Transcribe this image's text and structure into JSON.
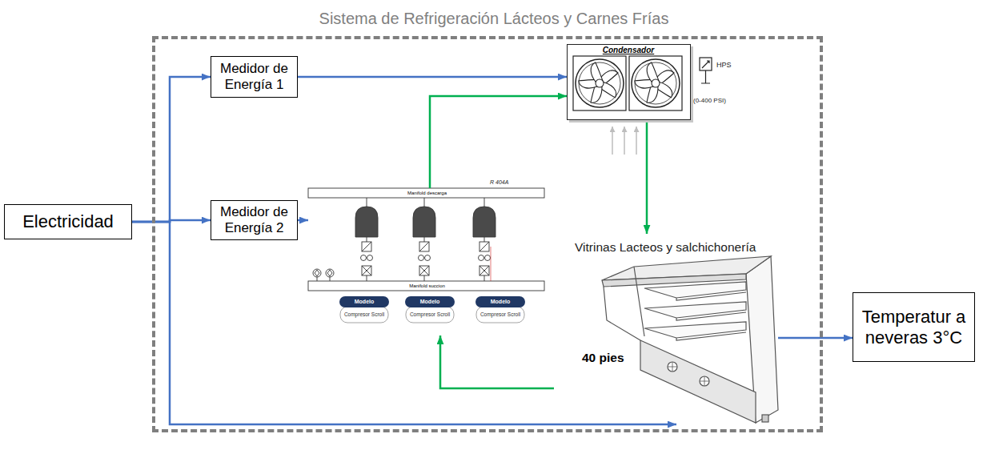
{
  "diagram": {
    "nodes": [
      {
        "text": [
          "Sistema de Refrigeración Lácteos y Carnes Frías"
        ]
      },
      {
        "text": [
          "Medidor de Energía 1"
        ],
        "in": 0
      },
      {
        "text": [
          "Condensador"
        ],
        "in": 0
      },
      {
        "text": [
          "Electricidad"
        ]
      },
      {
        "text": [
          "Medidor de Energía 2"
        ],
        "in": 0
      },
      {
        "text": [
          "Manifold descarga",
          "Manifold succion"
        ],
        "in": 0
      },
      {
        "text": [
          "Vitrinas Lacteos y salchichonería",
          "40 pies"
        ],
        "in": 0
      },
      {
        "text": [
          "Temperatur a neveras 3°C"
        ]
      }
    ],
    "edges": [
      {
        "from": 3,
        "to": 1,
        "arrow": "to"
      },
      {
        "from": 3,
        "to": 4,
        "arrow": "to"
      },
      {
        "from": 3,
        "to": 6,
        "arrow": "to"
      },
      {
        "from": 1,
        "to": 2,
        "arrow": "to"
      },
      {
        "from": 4,
        "to": 5,
        "arrow": "to"
      },
      {
        "from": 5,
        "to": 2,
        "arrow": "to"
      },
      {
        "from": 2,
        "to": 6,
        "arrow": "to"
      },
      {
        "from": 6,
        "to": 5,
        "arrow": "to"
      },
      {
        "from": 6,
        "to": 7,
        "arrow": "to"
      }
    ],
    "labels": [
      "HPS",
      "(0-400 PSI)",
      "R 404A",
      "Modelo",
      "Compresor Scroll",
      "Modelo",
      "Compresor Scroll",
      "Modelo",
      "Compresor Scroll"
    ]
  }
}
